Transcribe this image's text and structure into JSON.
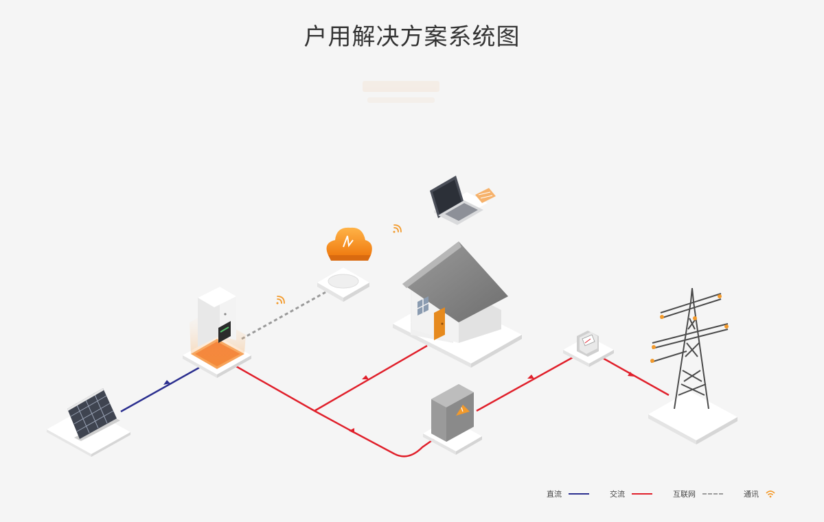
{
  "title": "户用解决方案系统图",
  "legend": {
    "dc": "直流",
    "ac": "交流",
    "internet": "互联网",
    "comm": "通讯"
  },
  "colors": {
    "dc": "#2b2f8f",
    "ac": "#e0202b",
    "internet": "#9a9a9a",
    "accent": "#f39a2b"
  },
  "icons": [
    "solar-panel-icon",
    "inverter-icon",
    "cloud-icon",
    "router-icon",
    "laptop-icon",
    "house-icon",
    "distribution-box-icon",
    "meter-icon",
    "power-tower-icon",
    "wifi-icon"
  ]
}
